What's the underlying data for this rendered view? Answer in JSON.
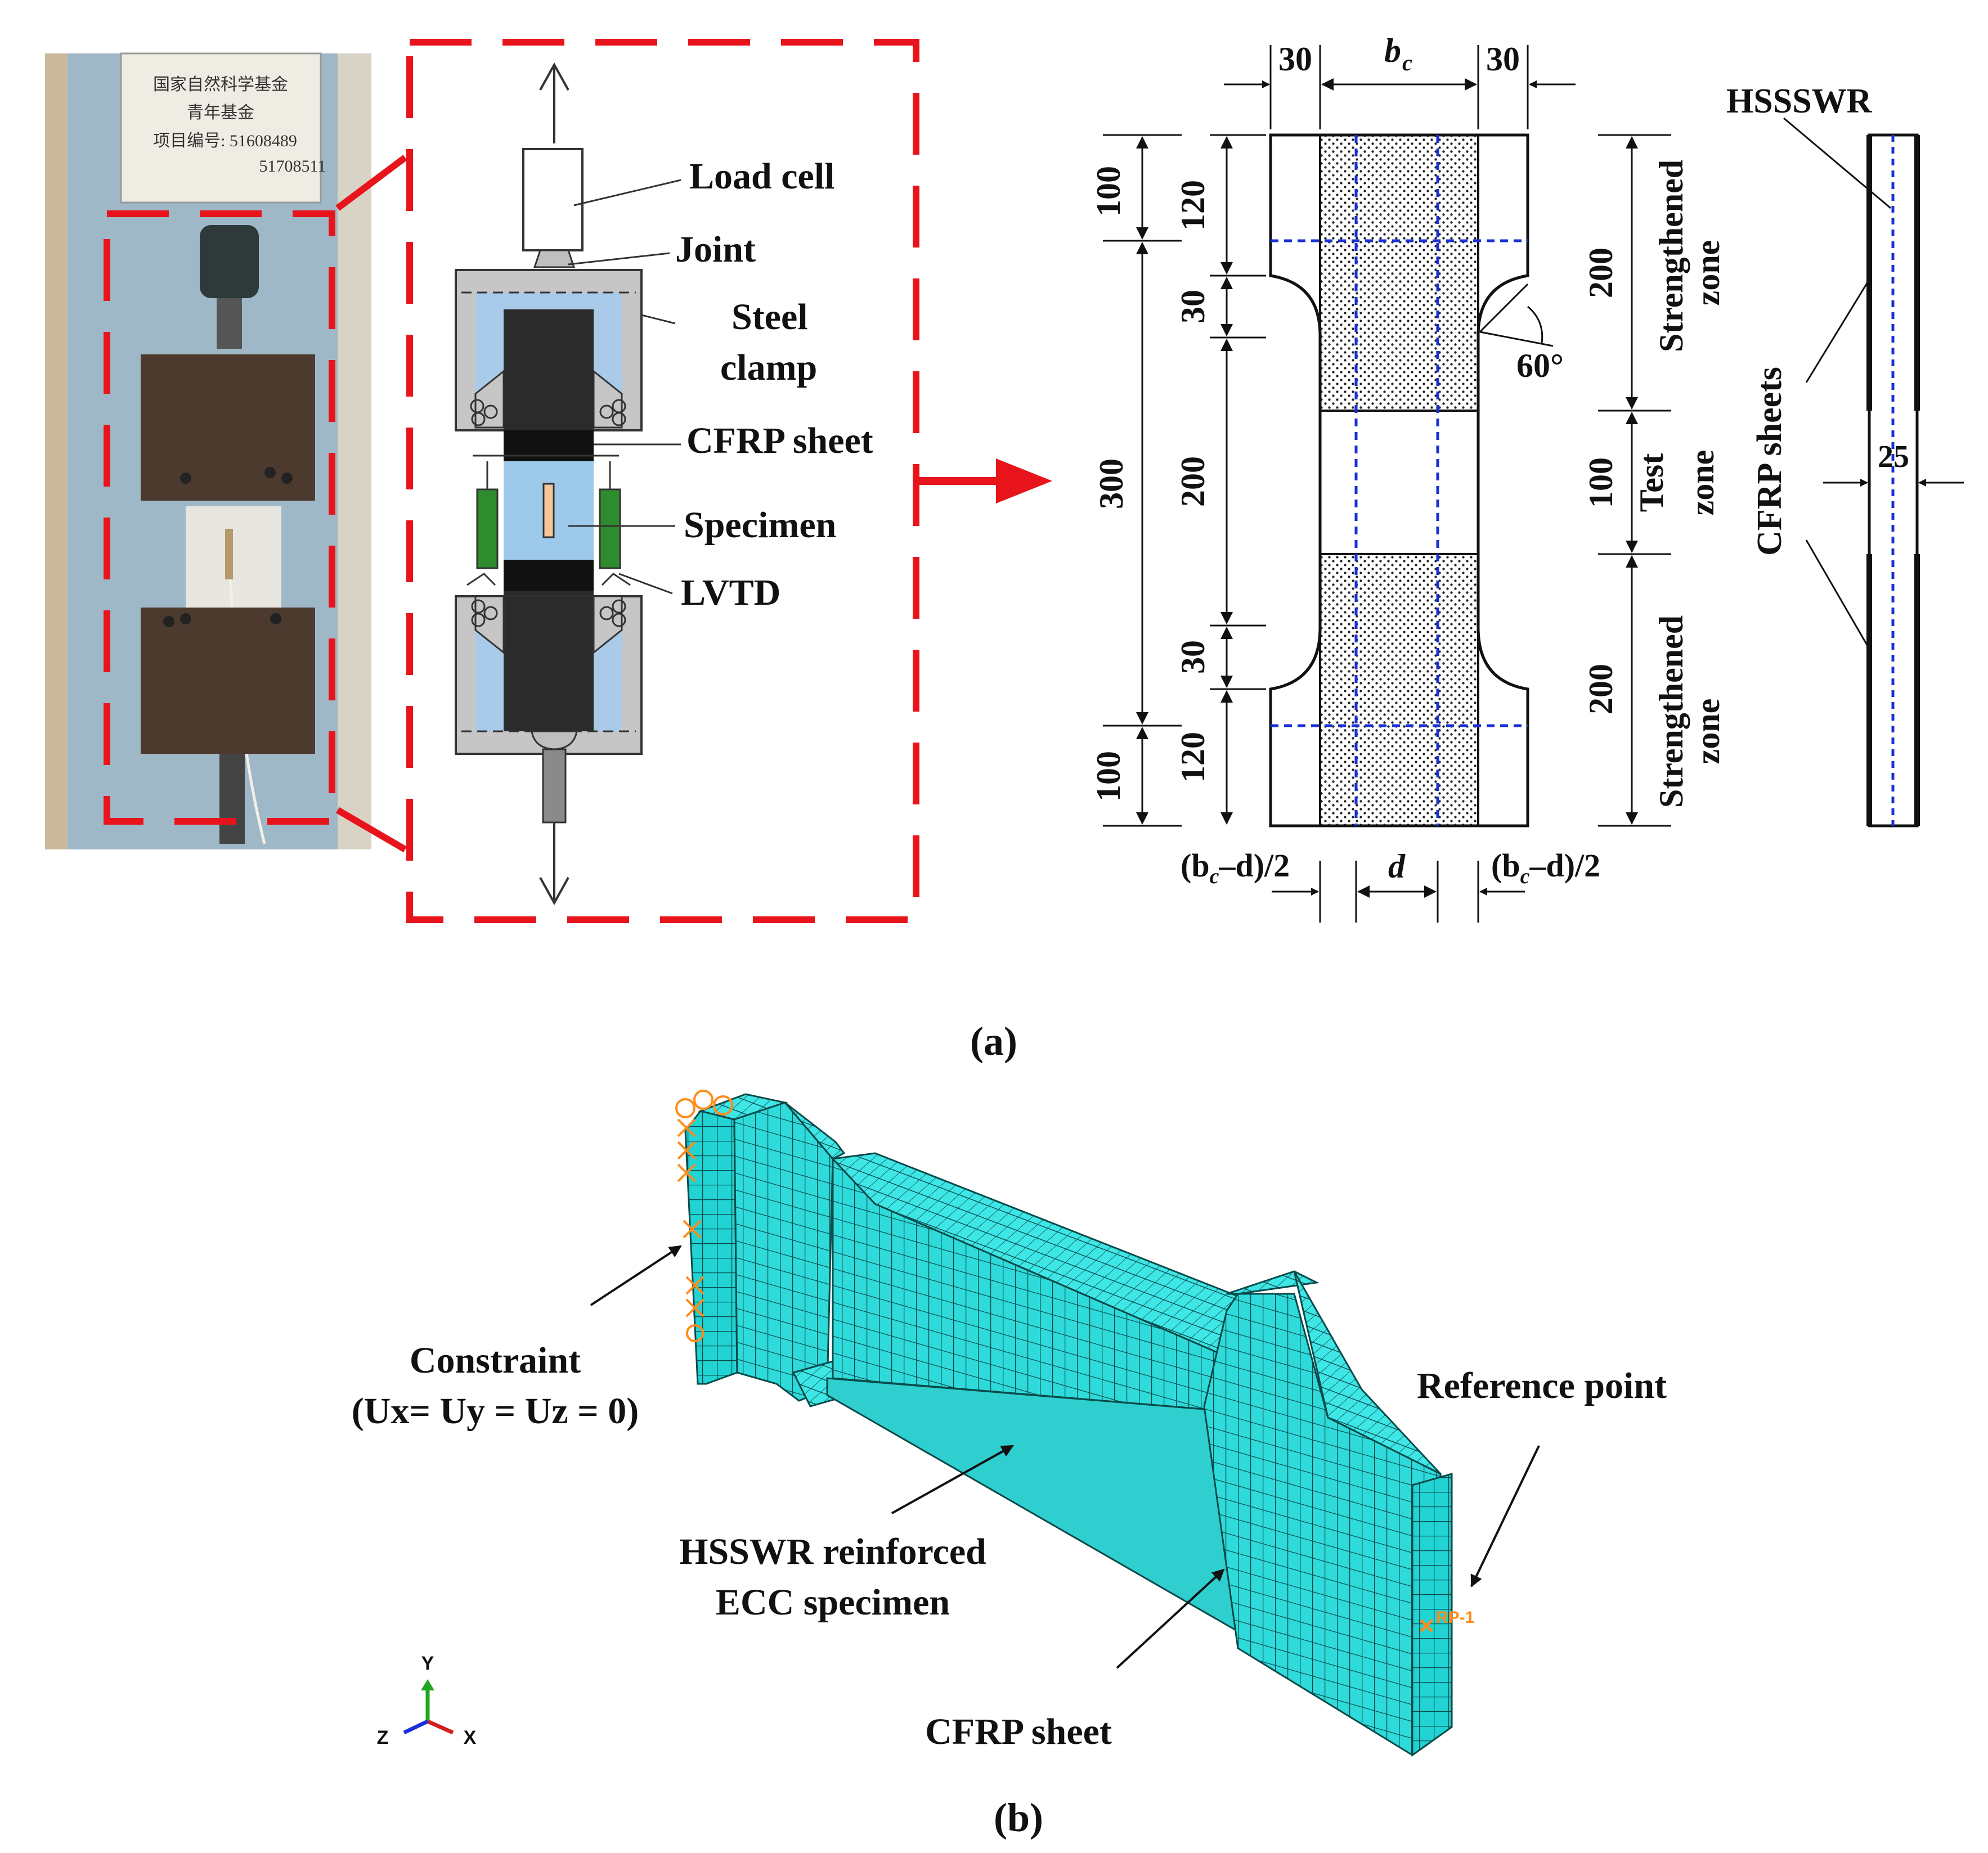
{
  "photo": {
    "sign_lines": [
      "国家自然科学基金",
      "青年基金",
      "项目编号: 51608489",
      "51708511"
    ]
  },
  "setup": {
    "load_cell": "Load cell",
    "joint": "Joint",
    "steel_clamp_1": "Steel",
    "steel_clamp_2": "clamp",
    "cfrp_sheet": "CFRP sheet",
    "specimen": "Specimen",
    "lvtd": "LVTD"
  },
  "dims": {
    "top_30_left": "30",
    "top_bc": "b",
    "top_bc_sub": "c",
    "top_30_right": "30",
    "left_100_top": "100",
    "left_300": "300",
    "left_100_bottom": "100",
    "in_120_top": "120",
    "in_30_top": "30",
    "in_200": "200",
    "in_30_bottom": "30",
    "in_120_bottom": "120",
    "angle": "60°",
    "bottom_left": "(b",
    "bottom_left_sub": "c",
    "bottom_left_tail": "–d)/2",
    "bottom_d": "d",
    "bottom_right": "(b",
    "bottom_right_sub": "c",
    "bottom_right_tail": "–d)/2",
    "right_200_top": "200",
    "right_zone_top_1": "Strengthened",
    "right_zone_top_2": "zone",
    "right_100": "100",
    "right_test_1": "Test",
    "right_test_2": "zone",
    "right_200_bottom": "200",
    "right_zone_bottom_1": "Strengthened",
    "right_zone_bottom_2": "zone",
    "side_hssswr": "HSSSWR",
    "side_cfrp": "CFRP sheets",
    "side_25": "25"
  },
  "caption_a": "(a)",
  "fem": {
    "constraint": "Constraint",
    "constraint_eq": "(Ux= Uy = Uz = 0)",
    "hsswr_1": "HSSWR reinforced",
    "hsswr_2": "ECC specimen",
    "cfrp": "CFRP sheet",
    "reference": "Reference point",
    "rp_label": "RP-1",
    "axis_y": "Y",
    "axis_z": "Z",
    "axis_x": "X"
  },
  "caption_b": "(b)",
  "colors": {
    "dashed_red": "#e8141c",
    "blue_dash": "#1a2fd6",
    "mesh_fill": "#22d3d3",
    "mesh_line": "#0a4a4a",
    "constraint": "#ff8c1a"
  }
}
